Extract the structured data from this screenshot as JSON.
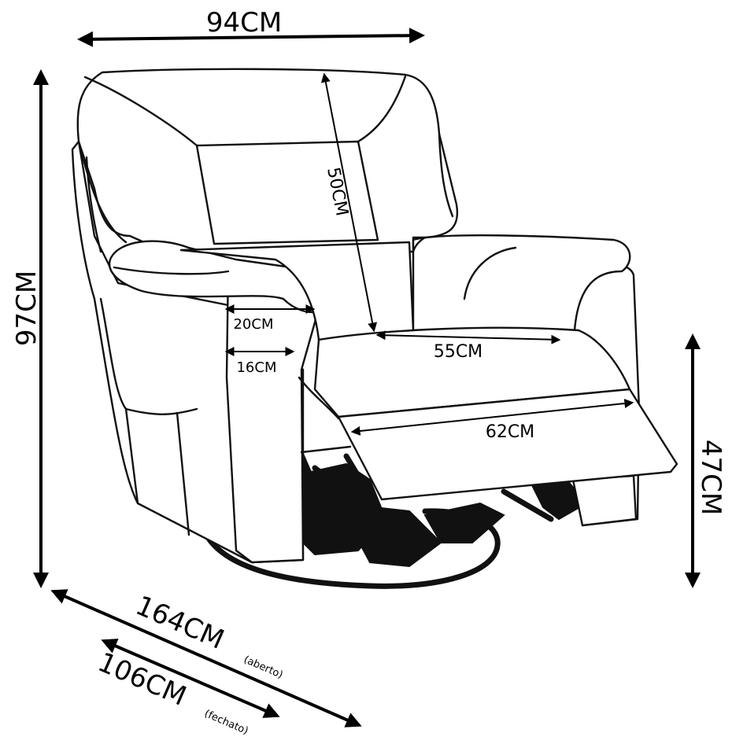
{
  "labels": {
    "width": "94CM",
    "height": "97CM",
    "backrest_height": "50CM",
    "armrest_width_top": "20CM",
    "armrest_width_base": "16CM",
    "seat_width": "55CM",
    "footrest_length": "62CM",
    "seat_height": "47CM",
    "depth_open": "164CM",
    "depth_open_note": "(aberto)",
    "depth_closed": "106CM",
    "depth_closed_note": "(fechato)"
  }
}
